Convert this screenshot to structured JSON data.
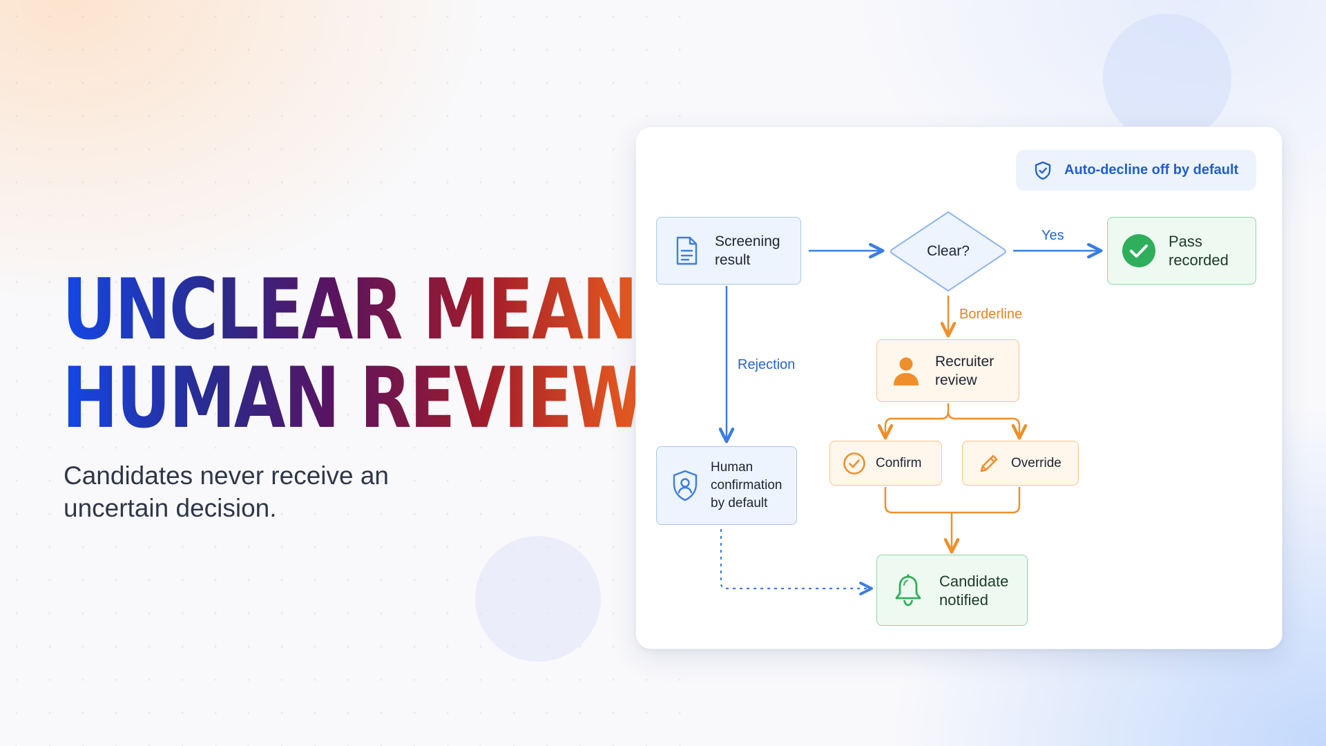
{
  "headline": {
    "line1": "UNCLEAR MEANS",
    "line2": "HUMAN REVIEW."
  },
  "subtitle": "Candidates never receive an uncertain decision.",
  "badge": {
    "label": "Auto-decline off by default",
    "icon": "shield-check-icon"
  },
  "flow": {
    "nodes": {
      "screening": {
        "label": "Screening result",
        "icon": "document-icon"
      },
      "decision": {
        "label": "Clear?"
      },
      "pass": {
        "label": "Pass recorded",
        "icon": "check-circle-icon"
      },
      "recruiter": {
        "label": "Recruiter review",
        "icon": "person-icon"
      },
      "confirm": {
        "label": "Confirm",
        "icon": "check-circle-outline-icon"
      },
      "override": {
        "label": "Override",
        "icon": "pencil-icon"
      },
      "human": {
        "label": "Human confirmation by default",
        "icon": "shield-user-icon"
      },
      "notified": {
        "label": "Candidate notified",
        "icon": "bell-icon"
      }
    },
    "edges": {
      "yes": "Yes",
      "borderline": "Borderline",
      "rejection": "Rejection"
    }
  },
  "colors": {
    "blue": "#2f74e0",
    "orange": "#ee8f2b",
    "green": "#2fae5c",
    "headline_start": "#1447e6",
    "headline_end": "#e85a1e"
  }
}
